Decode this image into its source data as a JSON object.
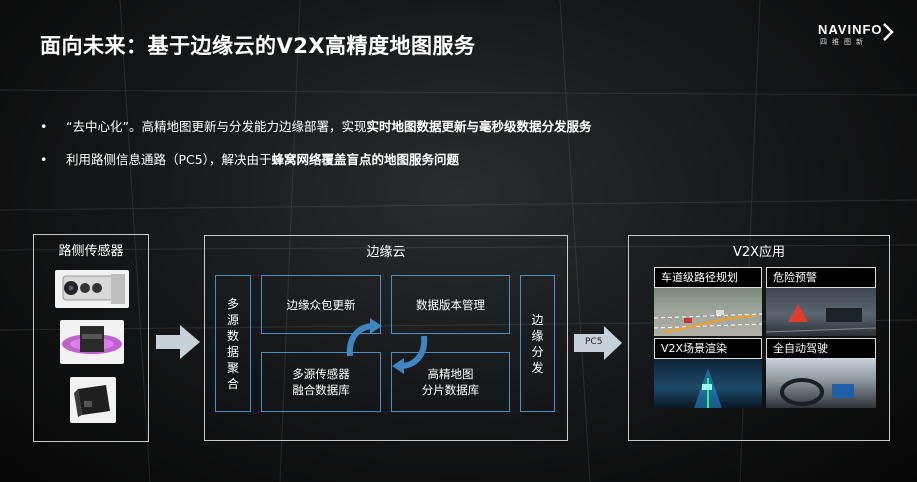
{
  "title": "面向未来：基于边缘云的V2X高精度地图服务",
  "logo": {
    "brand": "NAVINFO",
    "sub": "四维图新"
  },
  "bullets": [
    {
      "marker": "•",
      "plain": "“去中心化”。高精地图更新与分发能力边缘部署，实现",
      "bold": "实时地图数据更新与毫秒级数据分发服务"
    },
    {
      "marker": "•",
      "plain": "利用路侧信息通路（PC5），解决由于",
      "bold": "蜂窝网络覆盖盲点的地图服务问题"
    }
  ],
  "sensors_panel": {
    "title": "路侧传感器",
    "icons": [
      "camera-sensor-icon",
      "lidar-sensor-icon",
      "radar-sensor-icon"
    ]
  },
  "edge_panel": {
    "title": "边缘云",
    "left": "多源数据聚合",
    "right": "边缘分发",
    "modules": [
      "边缘众包更新",
      "数据版本管理",
      "多源传感器\n融合数据库",
      "高精地图\n分片数据库"
    ]
  },
  "link_label": "PC5",
  "apps_panel": {
    "title": "V2X应用",
    "scenes": [
      "车道级路径规划",
      "危险预警",
      "V2X场景渲染",
      "全自动驾驶"
    ]
  },
  "colors": {
    "accent": "#4a8fc4",
    "panel_border": "#c9c9c9",
    "arrow": "#c8d0d8"
  }
}
